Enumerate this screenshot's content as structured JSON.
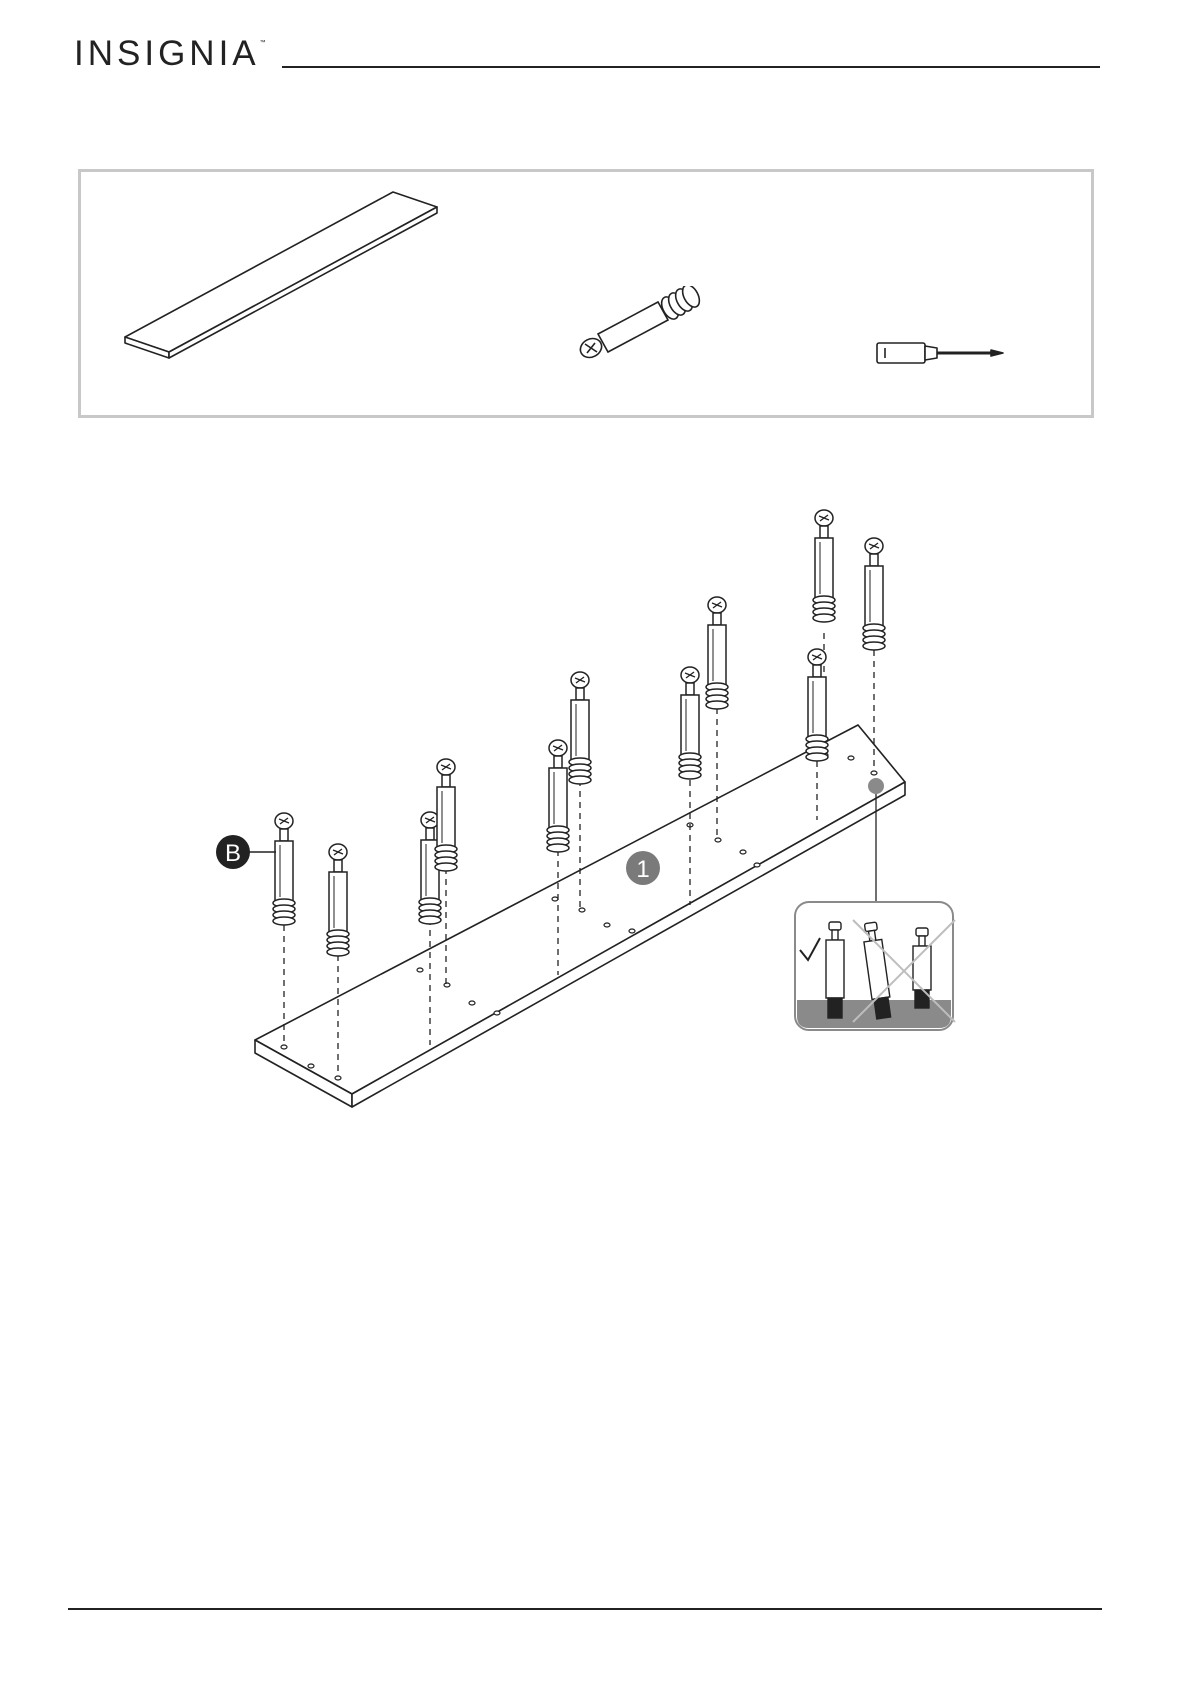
{
  "header": {
    "brand": "INSIGNIA",
    "trademark": "™"
  },
  "parts": [
    {
      "name": "panel",
      "icon": "panel-icon"
    },
    {
      "name": "cam-dowel",
      "icon": "cam-dowel-icon"
    },
    {
      "name": "screwdriver",
      "icon": "phillips-screwdriver-icon"
    }
  ],
  "diagram": {
    "callout_label": "B",
    "step_number": "1",
    "detail": {
      "correct_mark": "✓",
      "icons": [
        "check-icon",
        "cross-icon"
      ]
    }
  },
  "colors": {
    "line": "#222222",
    "box_border": "#c8c8c8",
    "badge": "#7a7a7a",
    "detail_fill": "#8a8a8a"
  }
}
